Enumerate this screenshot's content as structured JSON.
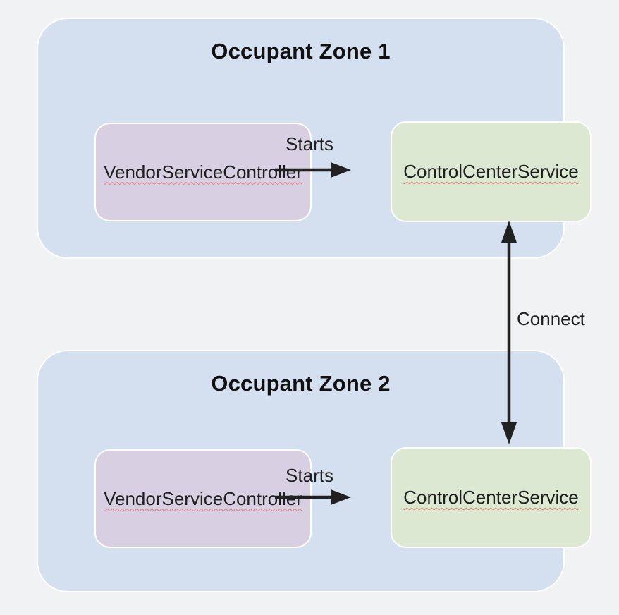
{
  "diagram": {
    "zones": [
      {
        "title": "Occupant Zone 1",
        "vendor_box_label": "VendorServiceController",
        "control_box_label": "ControlCenterService",
        "starts_label": "Starts"
      },
      {
        "title": "Occupant Zone 2",
        "vendor_box_label": "VendorServiceController",
        "control_box_label": "ControlCenterService",
        "starts_label": "Starts"
      }
    ],
    "connect_label": "Connect",
    "colors": {
      "page_background": "#f1f2f4",
      "zone_fill": "#d4e0f0",
      "vendor_box_fill": "#d8cfe3",
      "control_box_fill": "#dce8d1",
      "box_border": "#ffffff",
      "arrow": "#212121",
      "text": "#1f1f1f",
      "spellcheck_squiggle": "#e07f74"
    }
  }
}
